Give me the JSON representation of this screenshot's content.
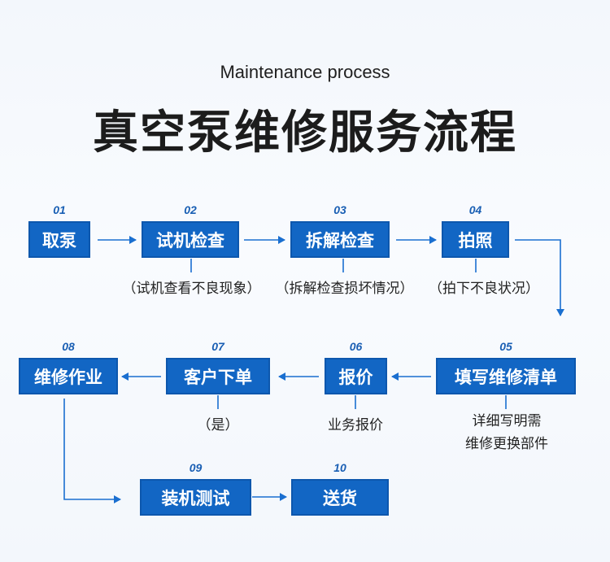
{
  "header": {
    "subtitle": "Maintenance process",
    "title": "真空泵维修服务流程"
  },
  "steps": [
    {
      "num": "01",
      "label": "取泵"
    },
    {
      "num": "02",
      "label": "试机检查"
    },
    {
      "num": "03",
      "label": "拆解检查"
    },
    {
      "num": "04",
      "label": "拍照"
    },
    {
      "num": "05",
      "label": "填写维修清单"
    },
    {
      "num": "06",
      "label": "报价"
    },
    {
      "num": "07",
      "label": "客户下单"
    },
    {
      "num": "08",
      "label": "维修作业"
    },
    {
      "num": "09",
      "label": "装机测试"
    },
    {
      "num": "10",
      "label": "送货"
    }
  ],
  "notes": {
    "step02": "（试机查看不良现象）",
    "step03": "（拆解检查损坏情况）",
    "step04": "（拍下不良状况）",
    "step05_line1": "详细写明需",
    "step05_line2": "维修更换部件",
    "step06": "业务报价",
    "step07": "（是）"
  },
  "colors": {
    "box": "#1266c4",
    "arrow": "#1a6fd0",
    "number": "#1a5fb4"
  }
}
